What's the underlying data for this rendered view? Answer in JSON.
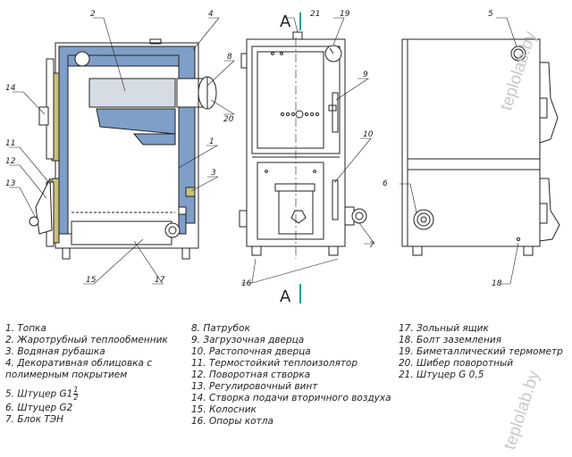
{
  "section_marks": [
    "A",
    "A"
  ],
  "callouts": [
    "1",
    "2",
    "3",
    "4",
    "5",
    "6",
    "7",
    "8",
    "9",
    "10",
    "11",
    "12",
    "13",
    "14",
    "15",
    "16",
    "17",
    "18",
    "19",
    "20",
    "21"
  ],
  "legend_col1": [
    "1. Топка",
    "2. Жаротрубный теплообменник",
    "3. Водяная рубашка",
    "4. Декоративная облицовка с",
    "полимерным покрытием",
    "5. Штуцер G1",
    "6. Штуцер G2",
    "7. Блок ТЭН"
  ],
  "fraction": {
    "num": "1",
    "den": "2"
  },
  "legend_col2": [
    "8. Патрубок",
    "9. Загрузочная дверца",
    "10. Растопочная дверца",
    "11. Термостойкий теплоизолятор",
    "12. Поворотная створка",
    "13. Регулировочный винт",
    "14. Створка подачи вторичного воздуха",
    "15. Колосник",
    "16. Опоры котла"
  ],
  "legend_col3": [
    "17. Зольный ящик",
    "18. Болт заземления",
    "19. Биметаллический термометр",
    "20. Шибер поворотный",
    "21. Штуцер G 0,5"
  ],
  "watermark": "teplolab.by",
  "colors": {
    "jacket": "#7f9fc8",
    "insulation": "#c9c27a",
    "line": "#222222",
    "accent": "#2a9d8f"
  }
}
